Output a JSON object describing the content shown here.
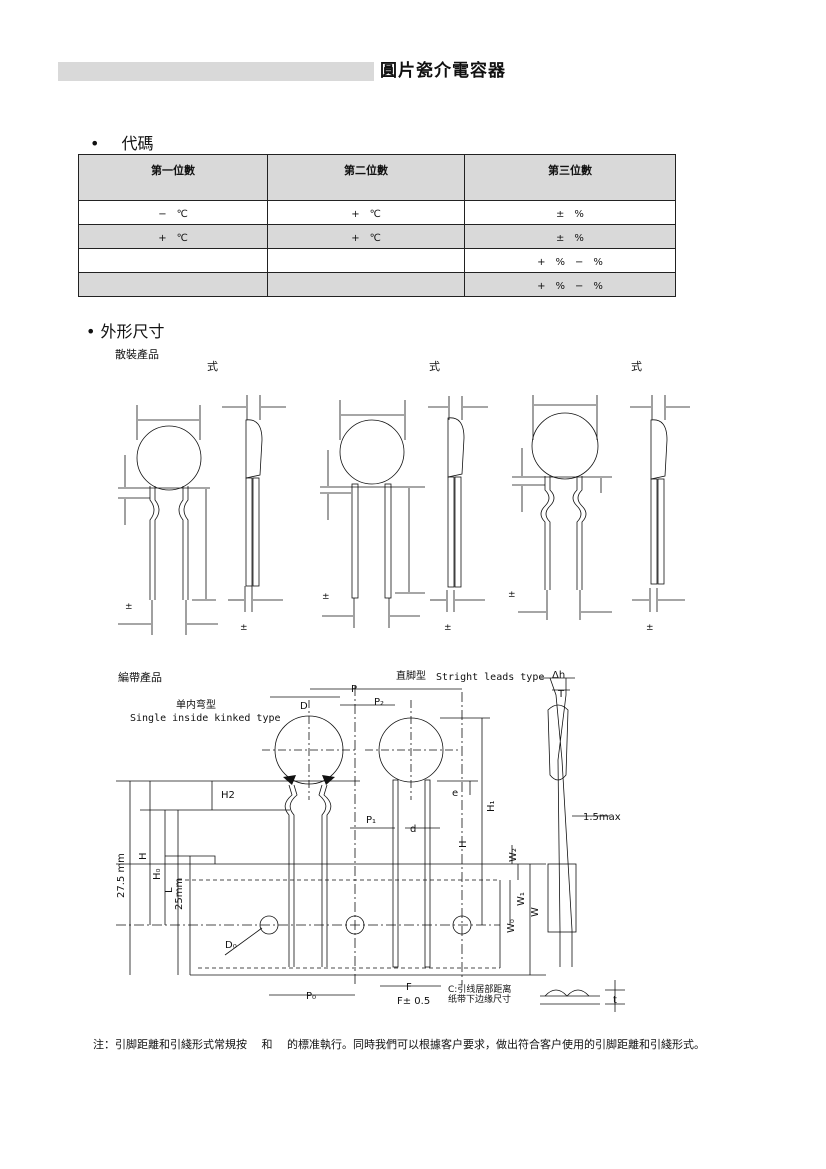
{
  "header": {
    "title": "圓片瓷介電容器"
  },
  "codes": {
    "bullet": "•",
    "title": "代碼",
    "headers": [
      "第一位數",
      "第二位數",
      "第三位數"
    ],
    "rows": [
      [
        "−　℃",
        "+　℃",
        "±　%"
      ],
      [
        "+　℃",
        "+　℃",
        "±　%"
      ],
      [
        "",
        "",
        "+　%　−　%"
      ],
      [
        "",
        "",
        "+　%　−　%"
      ]
    ]
  },
  "dimensions": {
    "title": "• 外形尺寸",
    "bulk_label": "散裝產品",
    "style_labels": [
      "式",
      "式",
      "式"
    ],
    "pm_labels": [
      "±",
      "±",
      "±",
      "±",
      "±",
      "±"
    ],
    "tape_label": "編帶產品",
    "kinked_cn": "单内弯型",
    "kinked_en": "Single inside kinked type",
    "straight_cn": "直脚型",
    "straight_en": "Stright leads type",
    "symbols": {
      "D": "D",
      "P": "P",
      "P2": "P₂",
      "H2": "H2",
      "H1": "H₁",
      "H": "H",
      "H0": "H₀",
      "L": "L",
      "P1": "P₁",
      "d": "d",
      "e": "e",
      "W2": "W₂",
      "W1": "W₁",
      "W0": "W₀",
      "W": "W",
      "D0": "D₀",
      "P0": "P₀",
      "F": "F",
      "F_tol": "F± 0.5",
      "dh": "Δh",
      "T": "T",
      "t": "t",
      "max": "1.5max",
      "dim27": "27.5 mm",
      "dim25": "25mm"
    },
    "c_note_1": "C:引线居部距离",
    "c_note_2": "纸带下边缘尺寸"
  },
  "footnote": "注：引脚距離和引綫形式常規按　 和　 的標准執行。同時我們可以根據客户要求，做出符合客户使用的引脚距離和引綫形式。"
}
